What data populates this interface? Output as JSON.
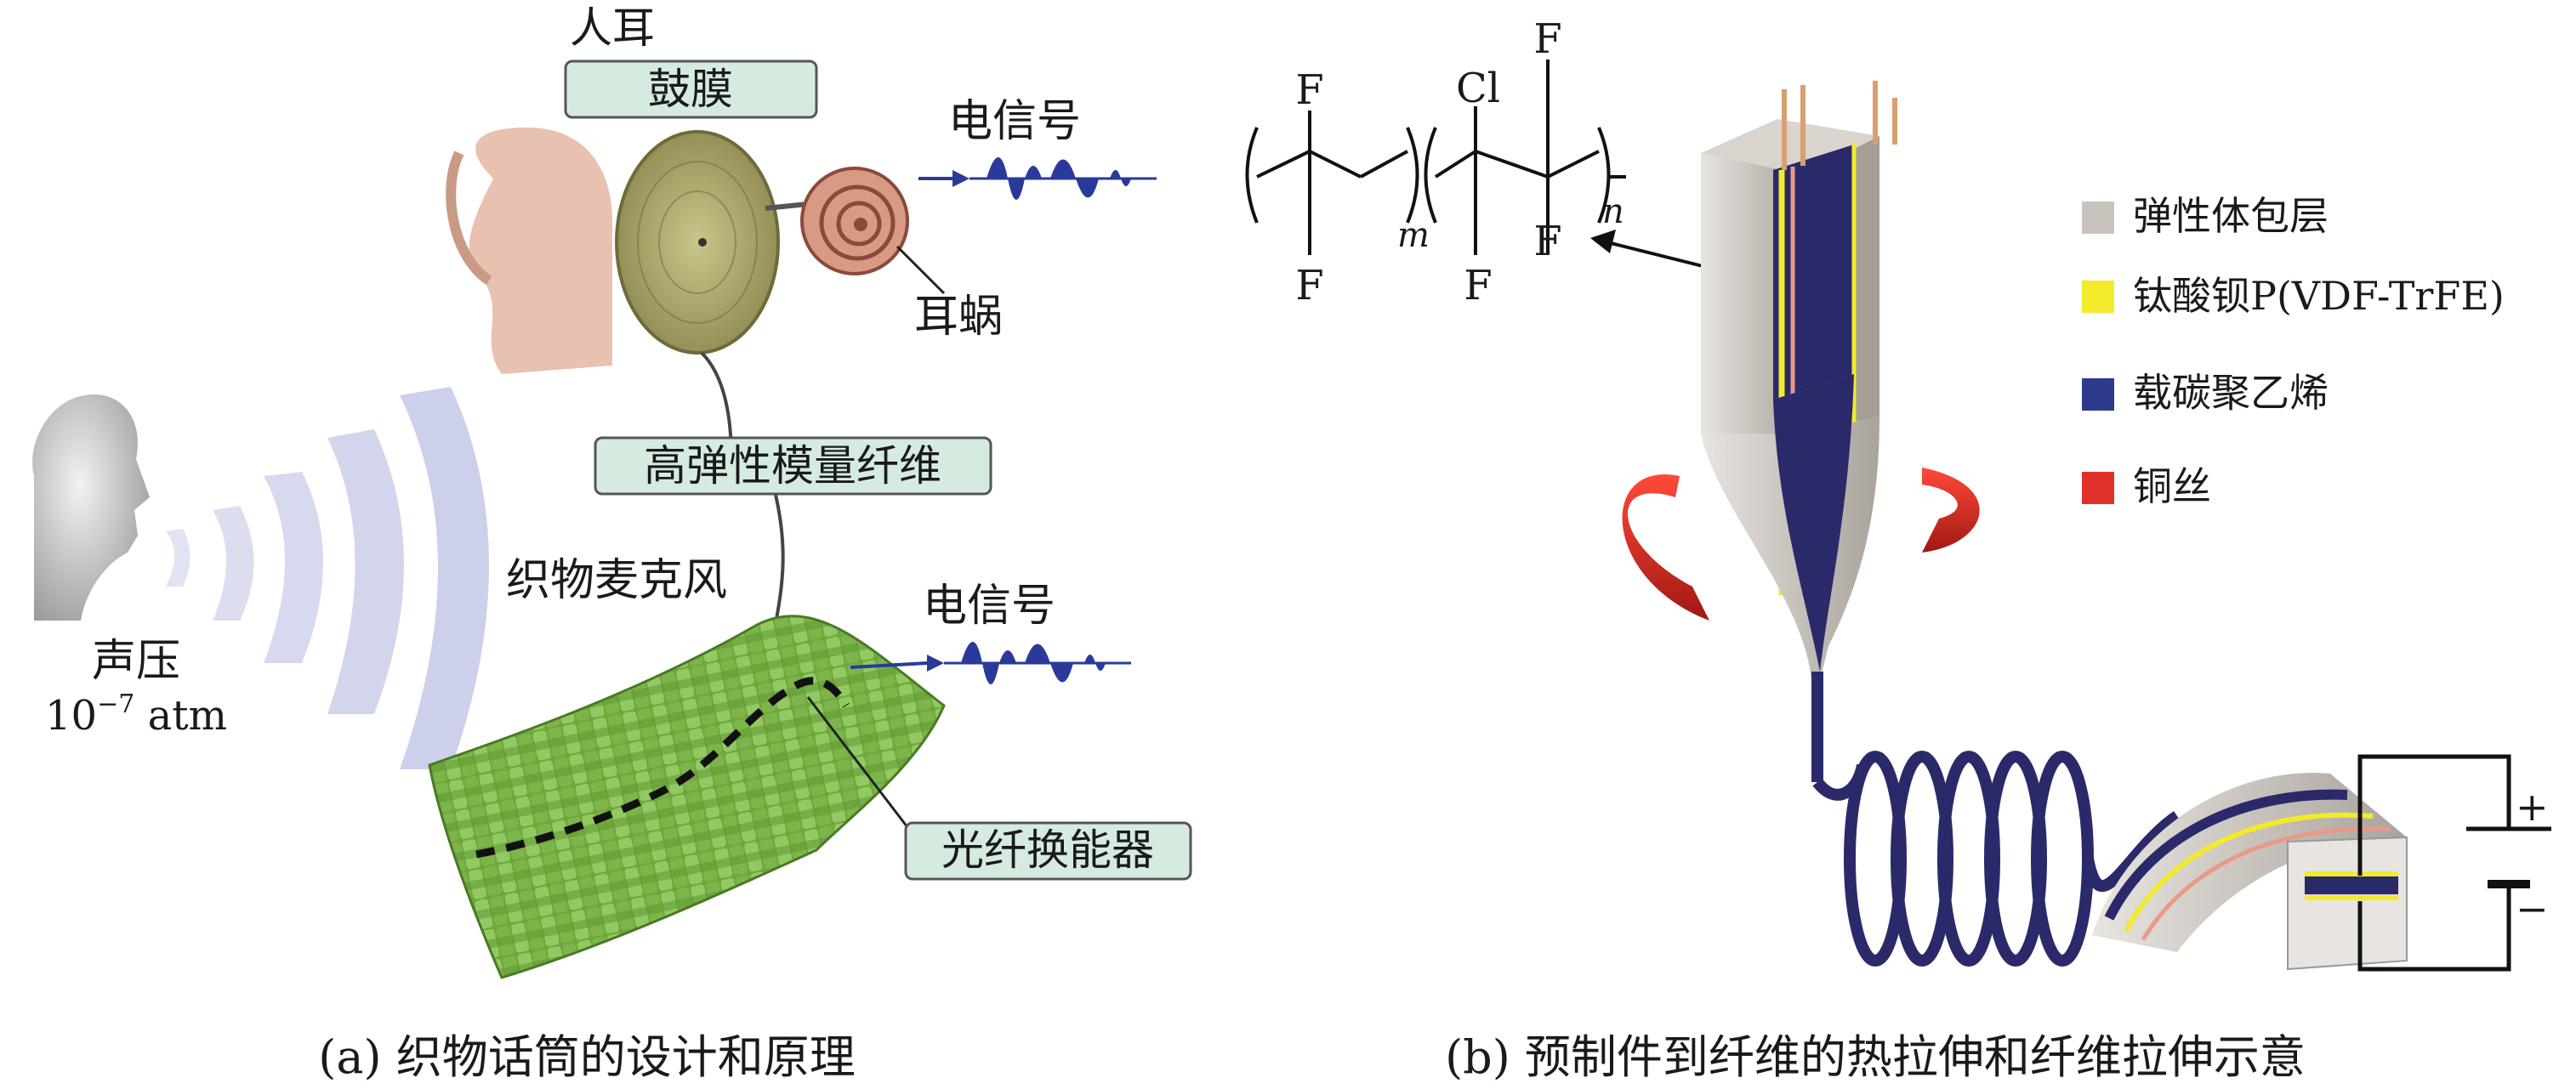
{
  "panel_a": {
    "human_ear": "人耳",
    "eardrum": "鼓膜",
    "electric_signal_top": "电信号",
    "cochlea": "耳蜗",
    "high_modulus_fiber": "高弹性模量纤维",
    "fabric_microphone": "织物麦克风",
    "electric_signal_bottom": "电信号",
    "sound_pressure": "声压",
    "pressure_base": "10",
    "pressure_exp": "−7",
    "pressure_unit": " atm",
    "fiber_transducer": "光纤换能器",
    "caption": "(a) 织物话筒的设计和原理"
  },
  "panel_b": {
    "formula": {
      "f1": "F",
      "f2": "F",
      "cl": "Cl",
      "f3": "F",
      "f4": "F",
      "f5": "F",
      "m": "m",
      "n": "n"
    },
    "legend": [
      {
        "label": "弹性体包层",
        "color": "#c9c3bd"
      },
      {
        "label": "钛酸钡P(VDF-TrFE)",
        "color": "#f2ea2a"
      },
      {
        "label": "载碳聚乙烯",
        "color": "#2e3a8c"
      },
      {
        "label": "铜丝",
        "color": "#e0302a"
      }
    ],
    "plus": "+",
    "minus": "−",
    "caption": "(b) 预制件到纤维的热拉伸和纤维拉伸示意"
  },
  "colors": {
    "label_box_fill": "#d6ebdf",
    "fabric_green": "#7fb84a",
    "wave_blue": "#2a3a9a",
    "preform_dark": "#2a2a6a"
  }
}
